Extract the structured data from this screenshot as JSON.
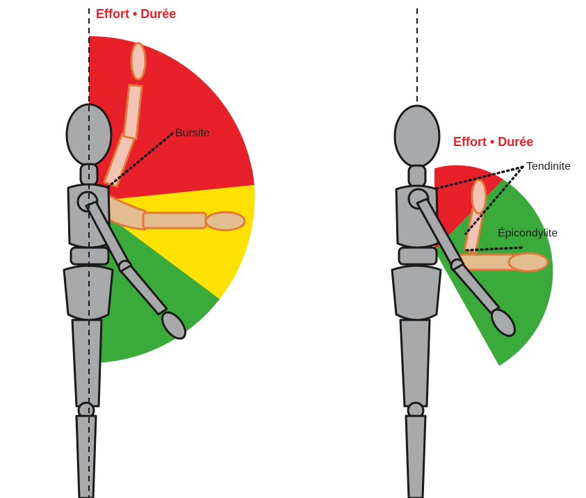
{
  "left_figure": {
    "title": "Effort • Durée",
    "pointer_label": "Bursite"
  },
  "right_figure": {
    "title": "Effort • Durée",
    "pointer_label_1": "Tendinite",
    "pointer_label_2": "Épicondylite"
  },
  "colors": {
    "effort_high": "#e8202a",
    "effort_medium": "#ffe100",
    "effort_low": "#3aaa3a",
    "title_red": "#e8202a"
  }
}
